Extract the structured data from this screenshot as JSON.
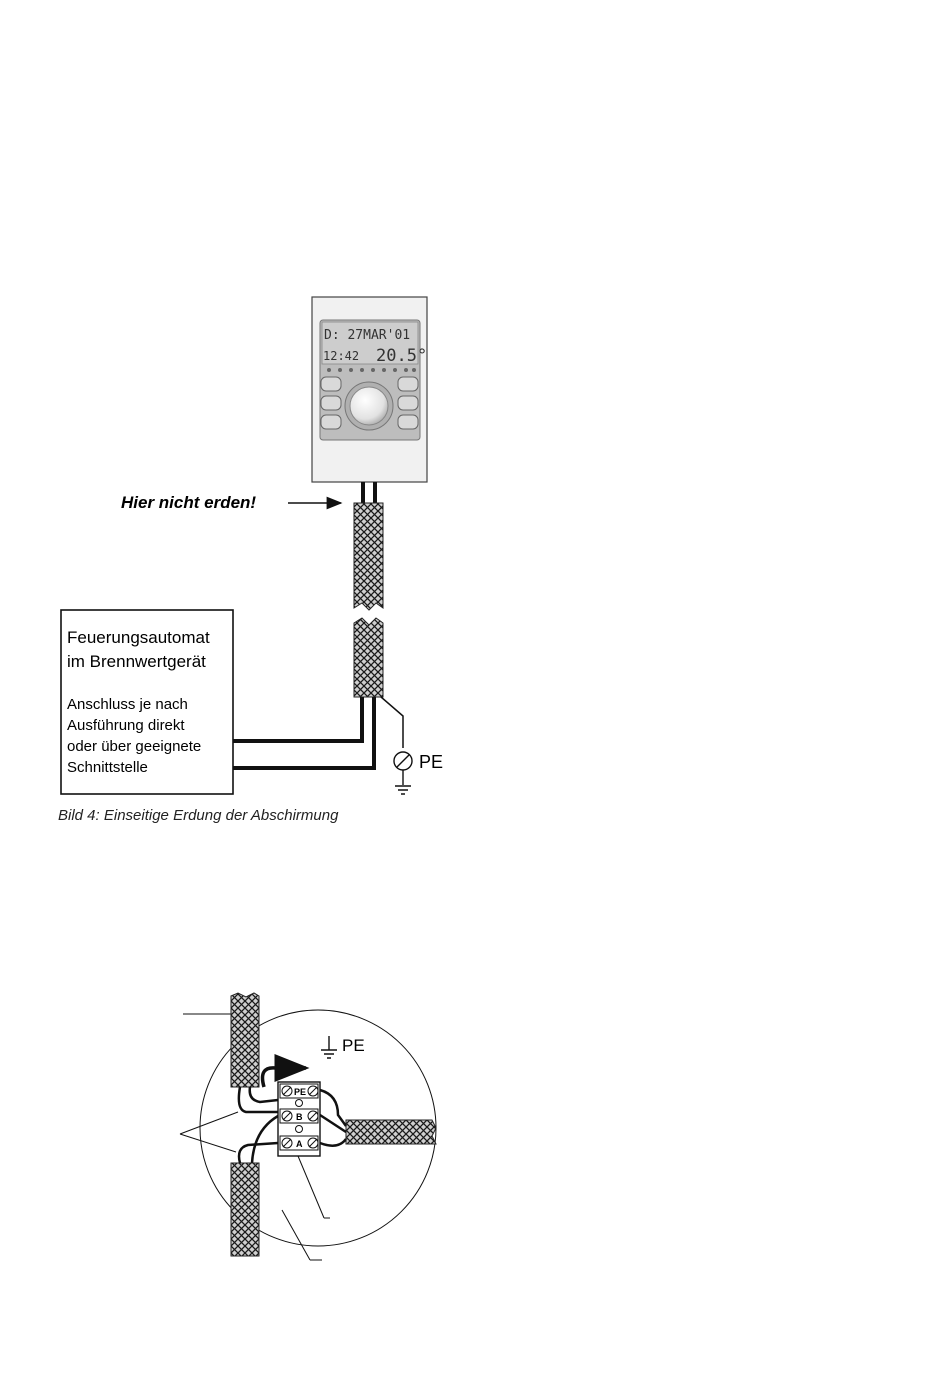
{
  "figure4": {
    "device": {
      "display_line1": "D: 27MAR'01",
      "display_line2_left": "12:42",
      "display_line2_right": "20.5°"
    },
    "callout_no_ground": "Hier nicht erden!",
    "controller_box": {
      "title_line1": "Feuerungsautomat",
      "title_line2": "im Brennwertgerät",
      "note_line1": "Anschluss je nach",
      "note_line2": "Ausführung direkt",
      "note_line3": "oder über geeignete",
      "note_line4": "Schnittstelle"
    },
    "ground_label": "PE",
    "caption": "Bild 4:  Einseitige Erdung der Abschirmung"
  },
  "figure5": {
    "ground_label": "PE",
    "terminals": [
      {
        "label": "PE"
      },
      {
        "label": "B"
      },
      {
        "label": "A"
      }
    ]
  },
  "colors": {
    "ink": "#111111",
    "device_body": "#f1f1f1",
    "lcd": "#c9c9c9",
    "button": "#d9d9d9"
  }
}
